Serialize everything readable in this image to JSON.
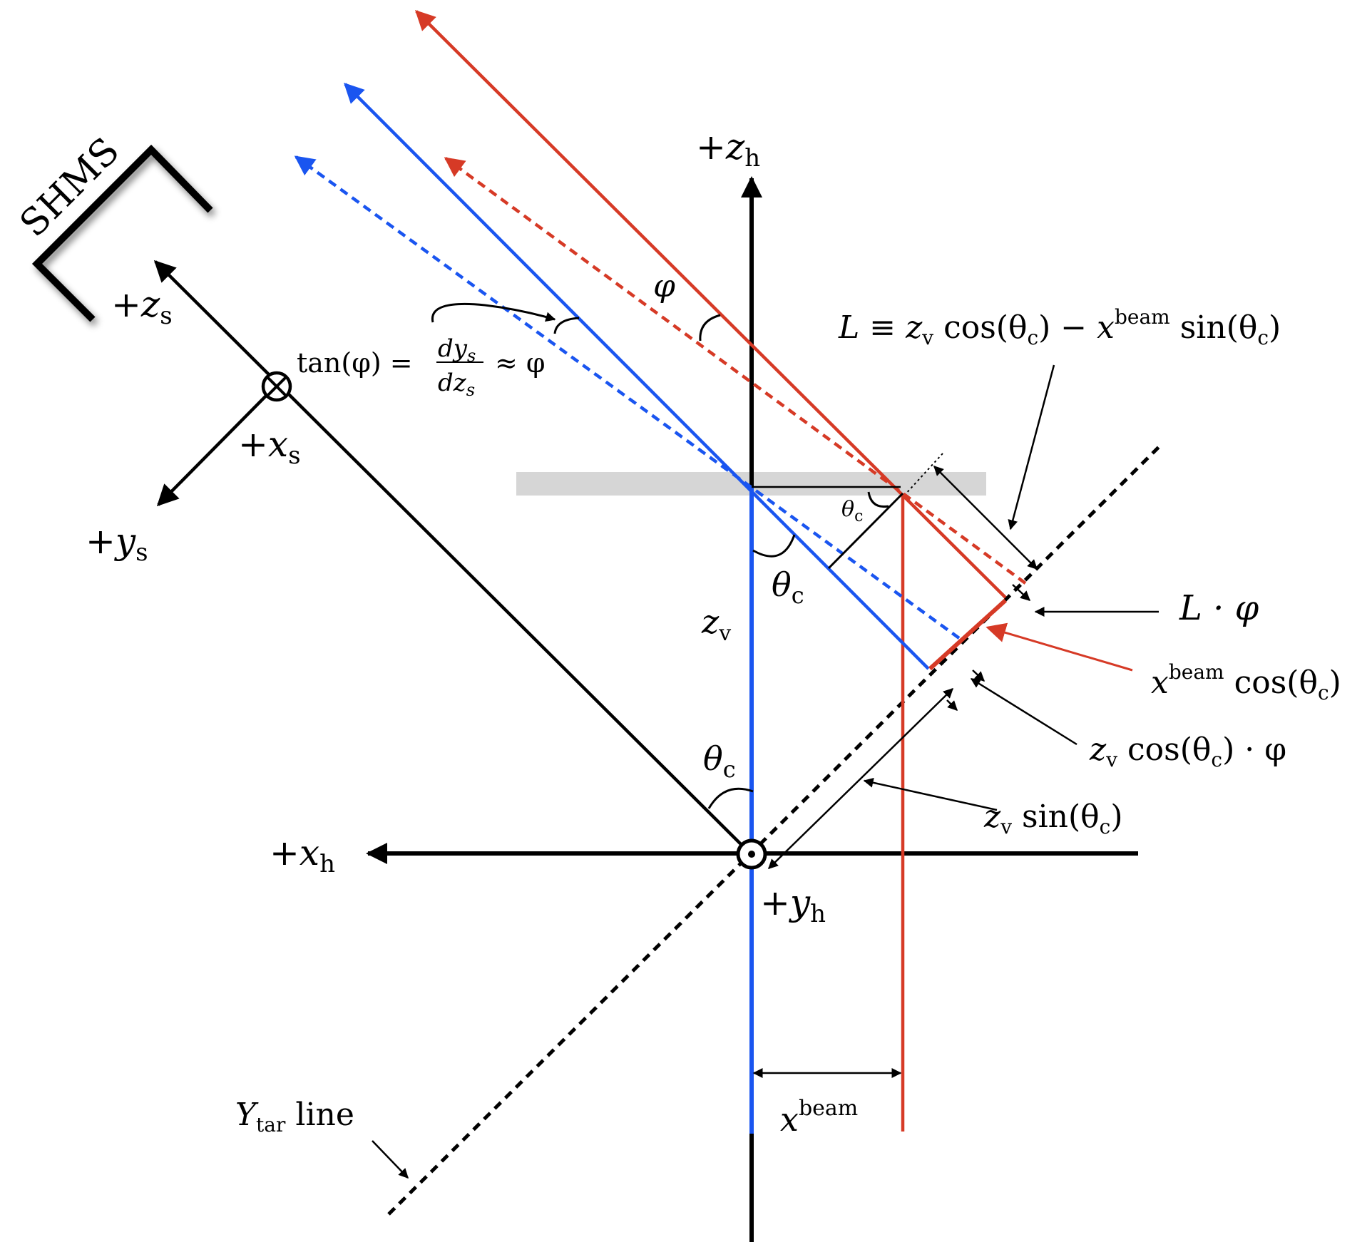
{
  "colors": {
    "red": "#d63a26",
    "blue": "#1a55f0",
    "black": "#000000",
    "target_gray": "#d6d6d6"
  },
  "labels": {
    "shms": "SHMS",
    "zh_plus": "+",
    "zh_var": "z",
    "zh_sub": "h",
    "xh_plus": "+",
    "xh_var": "x",
    "xh_sub": "h",
    "yh_plus": "+",
    "yh_var": "y",
    "yh_sub": "h",
    "zs_plus": "+",
    "zs_var": "z",
    "zs_sub": "s",
    "xs_plus": "+",
    "xs_var": "x",
    "xs_sub": "s",
    "ys_plus": "+",
    "ys_var": "y",
    "ys_sub": "s",
    "phi": "φ",
    "tan_lhs": "tan(φ) =",
    "tan_num": "dy",
    "tan_num_sub": "s",
    "tan_den": "dz",
    "tan_den_sub": "s",
    "tan_rhs": "≈ φ",
    "L_def_1": "L ≡ ",
    "L_def_zv": "z",
    "L_def_zv_sub": "v",
    "L_def_2": " cos(θ",
    "L_def_c1": "c",
    "L_def_3": ") − ",
    "L_def_x": "x",
    "L_def_beam": "beam",
    "L_def_4": " sin(θ",
    "L_def_c2": "c",
    "L_def_5": ")",
    "L_phi": "L · φ",
    "xbeam_cos_x": "x",
    "xbeam_cos_beam": "beam",
    "xbeam_cos_rest": " cos(θ",
    "xbeam_cos_c": "c",
    "xbeam_cos_end": ")",
    "zv_cos_phi_z": "z",
    "zv_cos_phi_v": "v",
    "zv_cos_phi_rest": " cos(θ",
    "zv_cos_phi_c": "c",
    "zv_cos_phi_end": ") · φ",
    "zv_sin_z": "z",
    "zv_sin_v": "v",
    "zv_sin_rest": " sin(θ",
    "zv_sin_c": "c",
    "zv_sin_end": ")",
    "theta_small": "θ",
    "theta_small_sub": "c",
    "theta_mid": "θ",
    "theta_mid_sub": "c",
    "theta_low": "θ",
    "theta_low_sub": "c",
    "zv_label": "z",
    "zv_label_sub": "v",
    "xbeam_label": "x",
    "xbeam_label_sup": "beam",
    "ytar_Y": "Y",
    "ytar_sub": "tar",
    "ytar_rest": " line"
  }
}
